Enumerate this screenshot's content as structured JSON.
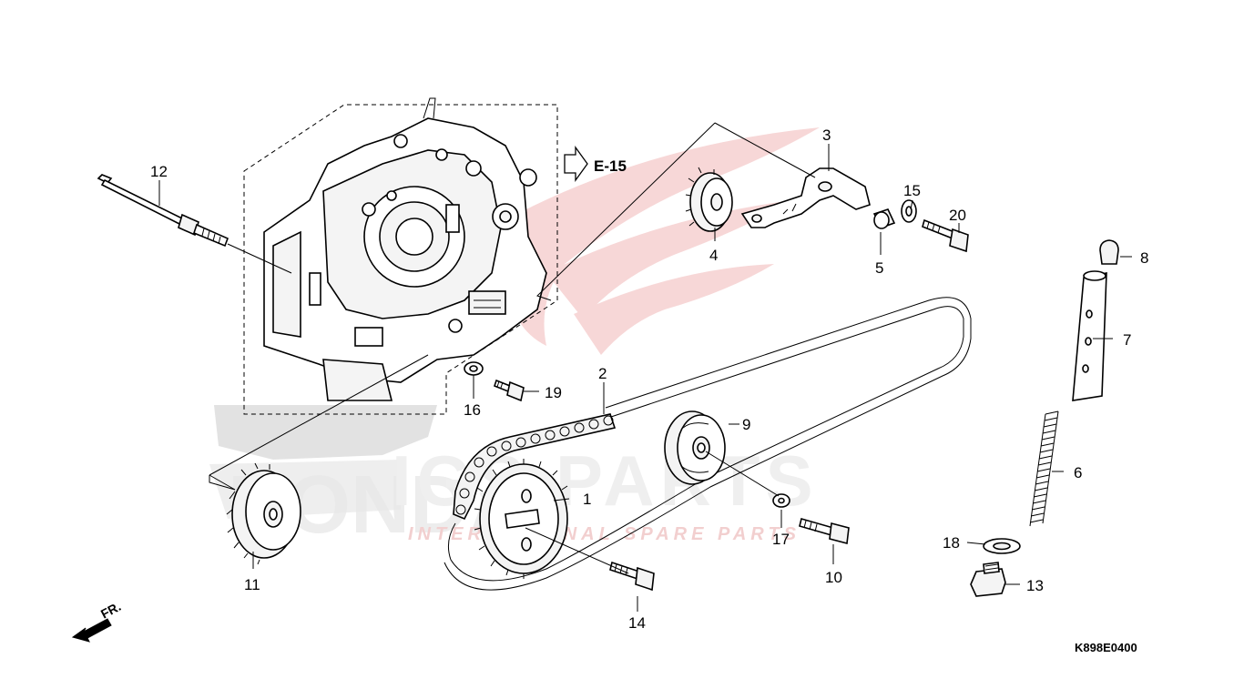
{
  "diagram": {
    "reference_code": "K898E0400",
    "section_ref": "E-15",
    "front_label": "FR.",
    "watermark": {
      "brand": "IGS PARTS",
      "tagline": "INTERNATIONAL SPARE PARTS",
      "logo_text": "HONDA"
    },
    "callouts": [
      "1",
      "2",
      "3",
      "4",
      "5",
      "6",
      "7",
      "8",
      "9",
      "10",
      "11",
      "12",
      "13",
      "14",
      "15",
      "16",
      "17",
      "18",
      "19",
      "20"
    ]
  }
}
